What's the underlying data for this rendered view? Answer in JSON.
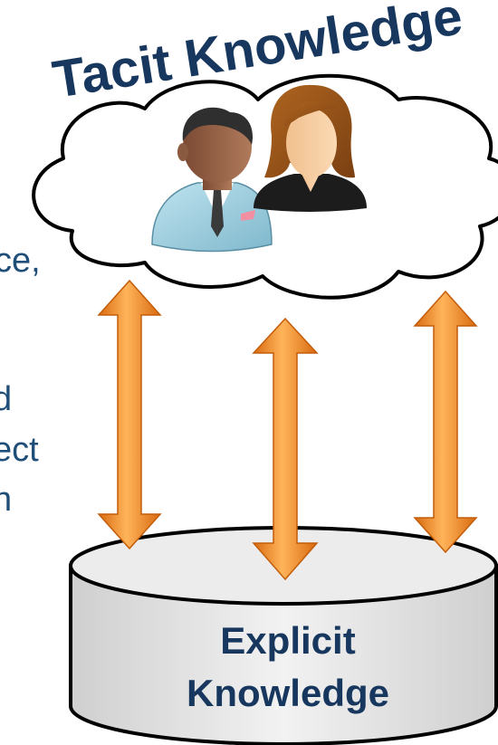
{
  "title": "Tacit Knowledge",
  "database_label": [
    "Explicit",
    "Knowledge"
  ],
  "side_text": [
    "ce,",
    "d",
    "ect",
    "n"
  ],
  "icons": {
    "man": "businessman-avatar-icon",
    "woman": "businesswoman-avatar-icon",
    "cloud": "thought-cloud-icon",
    "database": "cylinder-database-icon",
    "arrow": "double-headed-arrow-icon"
  },
  "colors": {
    "title": "#17375e",
    "side_text": "#1f4e79",
    "arrow": "#f28c28",
    "database_fill": "#e6e6e6",
    "outline": "#000000"
  }
}
